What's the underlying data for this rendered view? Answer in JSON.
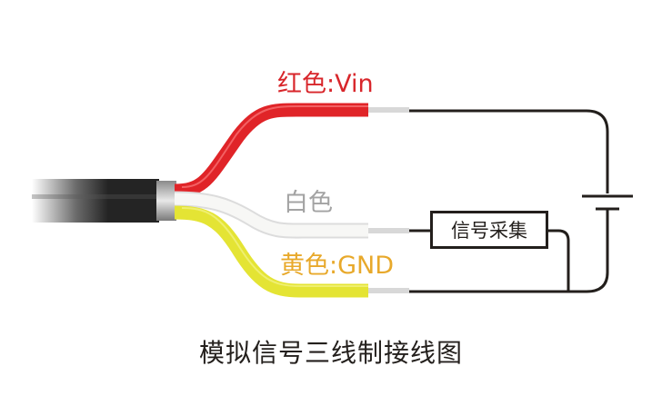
{
  "diagram": {
    "title": "模拟信号三线制接线图",
    "wires": [
      {
        "id": "red",
        "label": "红色:Vin",
        "color": "#e02428",
        "label_color": "#d8262b"
      },
      {
        "id": "white",
        "label": "白色",
        "color": "#f4f4f2",
        "label_color": "#a3a3a3"
      },
      {
        "id": "yellow",
        "label": "黄色:GND",
        "color": "#e4e434",
        "label_color": "#e8a92b"
      }
    ],
    "components": {
      "signal_box": "信号采集",
      "power_source": "battery-symbol"
    },
    "line_color": "#231f1c"
  }
}
